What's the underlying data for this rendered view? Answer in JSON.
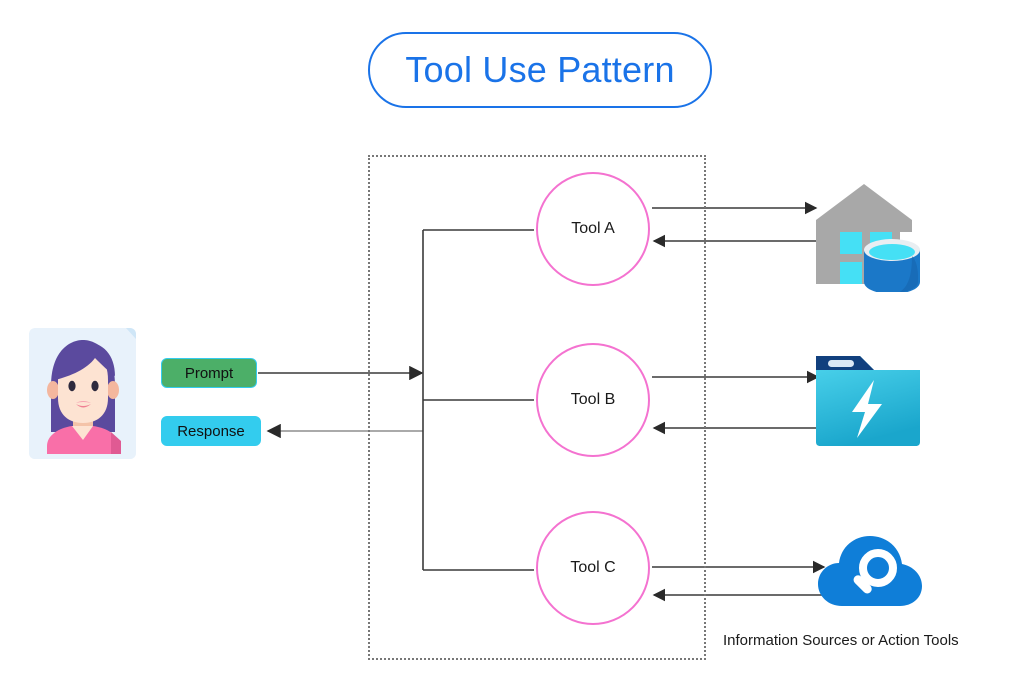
{
  "header": {
    "title": "Tool Use Pattern",
    "title_color": "#1a73e8"
  },
  "user": {
    "avatar_name": "user-avatar-woman",
    "messages": [
      {
        "id": "prompt",
        "label": "Prompt",
        "color": "#4caf68",
        "border": "#33ccee"
      },
      {
        "id": "response",
        "label": "Response",
        "color": "#33ccee",
        "border": "#33ccee"
      }
    ]
  },
  "agent_container": {
    "border_style": "dotted",
    "border_color": "#777777",
    "tools": [
      {
        "id": "tool-a",
        "label": "Tool A",
        "stroke": "#f472d0"
      },
      {
        "id": "tool-b",
        "label": "Tool B",
        "stroke": "#f472d0"
      },
      {
        "id": "tool-c",
        "label": "Tool C",
        "stroke": "#f472d0"
      }
    ]
  },
  "external": {
    "caption": "Information Sources or Action Tools",
    "resources": [
      {
        "id": "data-warehouse",
        "icon": "data-warehouse-icon",
        "colors": {
          "building": "#a8a8a8",
          "window": "#45e0f5",
          "db": "#1b78c8"
        }
      },
      {
        "id": "function-app",
        "icon": "function-app-icon",
        "colors": {
          "body": "#2ac4e8",
          "tab": "#135a9e",
          "bolt": "#ffffff"
        }
      },
      {
        "id": "cloud-search",
        "icon": "cloud-search-icon",
        "colors": {
          "cloud": "#0f7ed8",
          "glass": "#ffffff"
        }
      }
    ]
  },
  "connectors": {
    "line_color": "#3a3a3a",
    "items": [
      {
        "id": "prompt-to-agent",
        "from": "prompt",
        "to": "agent-trunk",
        "direction": "right"
      },
      {
        "id": "agent-to-response",
        "from": "agent-trunk",
        "to": "response",
        "direction": "left"
      },
      {
        "id": "trunk-to-tool-a",
        "from": "agent-trunk",
        "to": "tool-a",
        "direction": "right"
      },
      {
        "id": "trunk-to-tool-b",
        "from": "agent-trunk",
        "to": "tool-b",
        "direction": "right"
      },
      {
        "id": "trunk-to-tool-c",
        "from": "agent-trunk",
        "to": "tool-c",
        "direction": "right"
      },
      {
        "id": "tool-a-to-source",
        "from": "tool-a",
        "to": "data-warehouse",
        "direction": "right"
      },
      {
        "id": "source-to-tool-a",
        "from": "data-warehouse",
        "to": "tool-a",
        "direction": "left"
      },
      {
        "id": "tool-b-to-source",
        "from": "tool-b",
        "to": "function-app",
        "direction": "right"
      },
      {
        "id": "source-to-tool-b",
        "from": "function-app",
        "to": "tool-b",
        "direction": "left"
      },
      {
        "id": "tool-c-to-source",
        "from": "tool-c",
        "to": "cloud-search",
        "direction": "right"
      },
      {
        "id": "source-to-tool-c",
        "from": "cloud-search",
        "to": "tool-c",
        "direction": "left"
      }
    ]
  }
}
